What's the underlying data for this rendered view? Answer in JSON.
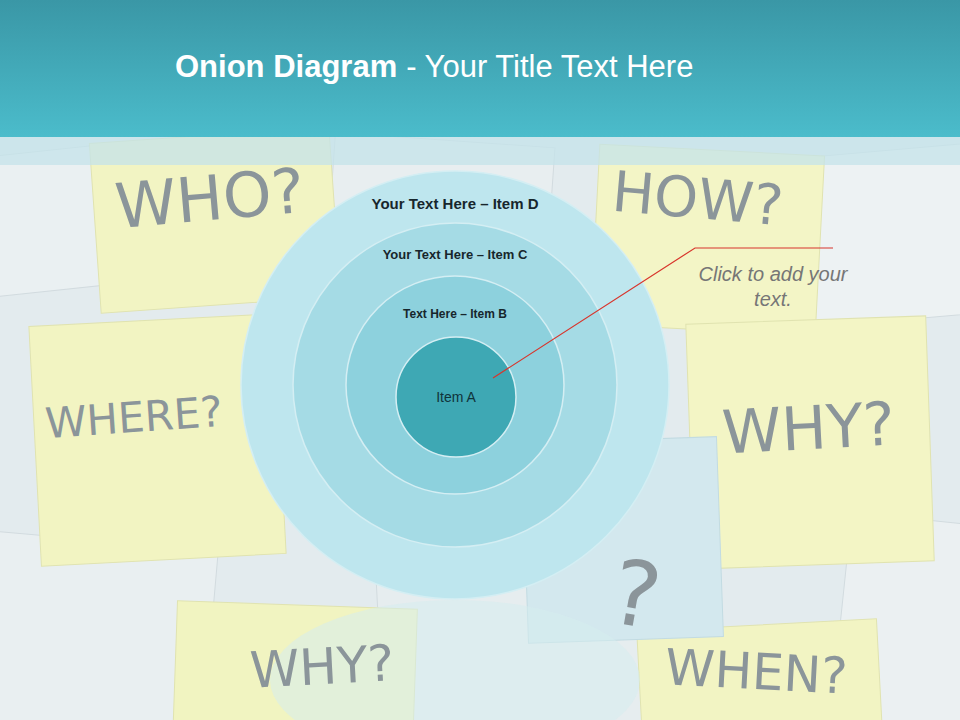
{
  "diagram": {
    "title": "Onion Diagram",
    "nodes": [
      {
        "text": [
          "Your Text Here – Item D"
        ]
      },
      {
        "text": [
          "Your Text Here – Item C"
        ],
        "in": 0
      },
      {
        "text": [
          "Text Here – Item B"
        ],
        "in": 1
      },
      {
        "text": [
          "Item A"
        ],
        "in": 2
      }
    ],
    "labels": [
      "- Your Title Text Here",
      "Click to add your text.",
      "WHO?",
      "HOW?",
      "WHERE?",
      "WHY?",
      "?",
      "WHY?",
      "WHEN?"
    ]
  }
}
